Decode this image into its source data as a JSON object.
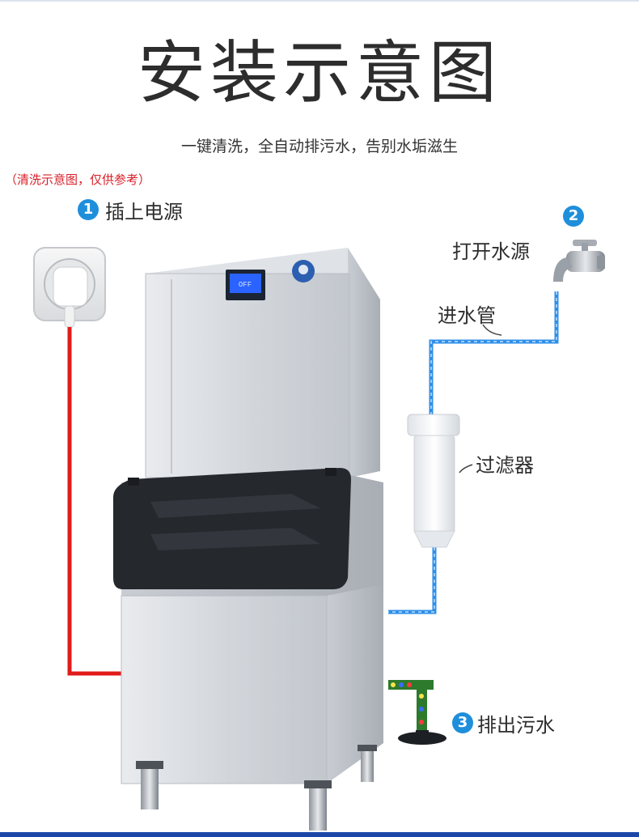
{
  "title": "安装示意图",
  "subtitle": "一键清洗，全自动排污水，告别水垢滋生",
  "note": "（清洗示意图，仅供参考）",
  "steps": [
    {
      "num": "1",
      "label": "插上电源"
    },
    {
      "num": "2",
      "label": "打开水源"
    },
    {
      "num": "3",
      "label": "排出污水"
    }
  ],
  "callouts": {
    "inlet_pipe": "进水管",
    "filter": "过滤器"
  },
  "panel_display": "OFF",
  "colors": {
    "power_line": "#e01b1b",
    "water_line": "#2f8fe8",
    "badge": "#1f8fdb",
    "bottom_bar": "#1a46a8"
  }
}
